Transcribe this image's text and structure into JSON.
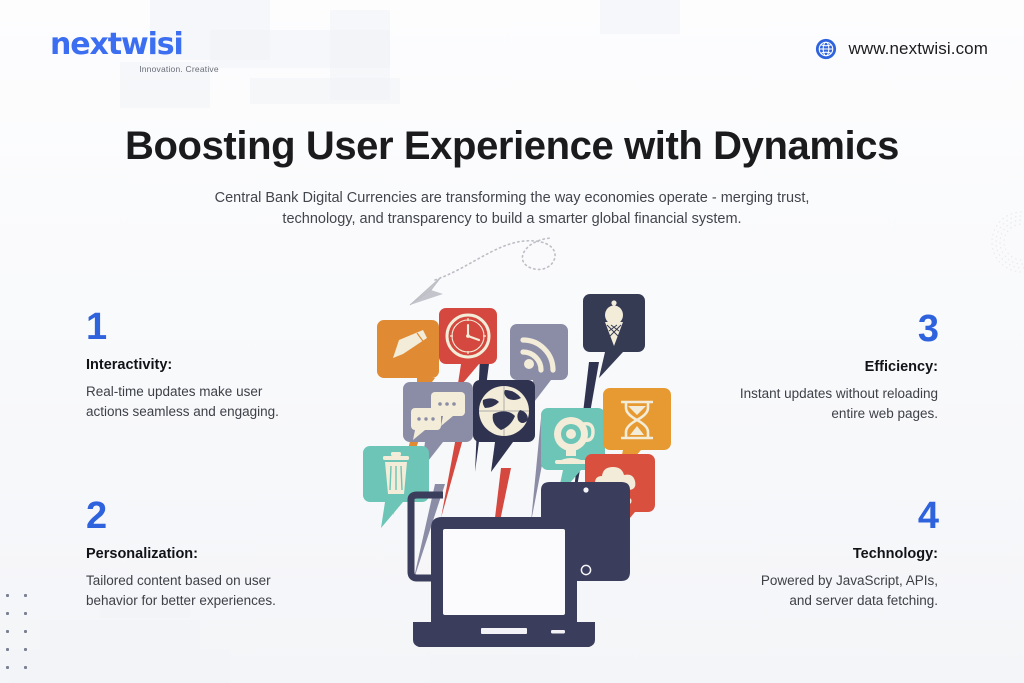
{
  "header": {
    "logo_text": "nextwisi",
    "logo_tagline": "Innovation. Creative",
    "website": "www.nextwisi.com",
    "globe_icon": "globe-icon"
  },
  "hero": {
    "title": "Boosting User Experience with Dynamics",
    "subtitle": "Central Bank Digital Currencies are transforming the way economies operate - merging trust, technology, and transparency to build a smarter global financial system."
  },
  "items": [
    {
      "number": "1",
      "title": "Interactivity:",
      "description": "Real-time updates make user actions seamless and engaging.",
      "side": "left"
    },
    {
      "number": "2",
      "title": "Personalization:",
      "description": "Tailored content based on user behavior for better experiences.",
      "side": "left"
    },
    {
      "number": "3",
      "title": "Efficiency:",
      "description": "Instant updates without reloading entire web pages.",
      "side": "right"
    },
    {
      "number": "4",
      "title": "Technology:",
      "description": "Powered by JavaScript, APIs, and server data fetching.",
      "side": "right"
    }
  ],
  "illustration": {
    "description": "Cluster of speech bubbles with media icons above a laptop, phone and tablet",
    "bubbles": [
      {
        "icon": "pencil-icon",
        "color": "#e08b33"
      },
      {
        "icon": "clock-icon",
        "color": "#d4483f"
      },
      {
        "icon": "rss-icon",
        "color": "#8b8ca6"
      },
      {
        "icon": "ice-cream-icon",
        "color": "#363b54"
      },
      {
        "icon": "chat-bubbles-icon",
        "color": "#8b8ca6"
      },
      {
        "icon": "globe-world-icon",
        "color": "#2f3350"
      },
      {
        "icon": "webcam-icon",
        "color": "#6cc5b6"
      },
      {
        "icon": "hourglass-icon",
        "color": "#e79a31"
      },
      {
        "icon": "trash-can-icon",
        "color": "#6cc5b6"
      },
      {
        "icon": "rain-cloud-icon",
        "color": "#d9503f"
      }
    ],
    "devices": [
      {
        "icon": "smartphone-icon",
        "color": "#3a3d5c"
      },
      {
        "icon": "laptop-icon",
        "color": "#3a3d5c"
      },
      {
        "icon": "tablet-icon",
        "color": "#3a3d5c"
      }
    ],
    "arrow_icon": "dotted-curved-arrow-icon"
  },
  "decor": {
    "dot_grid_icon": "dot-grid-decoration",
    "radial_icon": "radial-lines-decoration",
    "dot_rows": 6,
    "dot_cols": 2,
    "accent_blue": "#2f62dd",
    "logo_blue": "#3b6ef0",
    "icon_cream": "#f2ecd8"
  }
}
